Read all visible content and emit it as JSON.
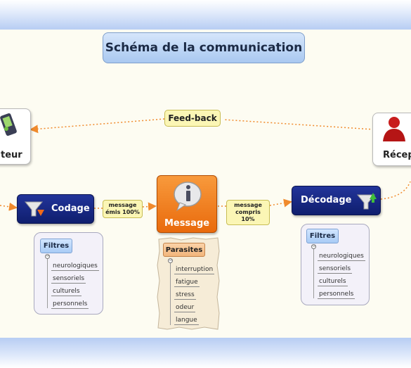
{
  "title": "Schéma de la communication",
  "emitter": {
    "label": "teur"
  },
  "receiver": {
    "label": "Récep"
  },
  "feedback": {
    "label": "Feed-back"
  },
  "codage": {
    "label": "Codage"
  },
  "decodage": {
    "label": "Décodage"
  },
  "message": {
    "label": "Message"
  },
  "link_emis": {
    "line1": "message",
    "line2": "émis 100%"
  },
  "link_compris": {
    "line1": "message",
    "line2": "compris 10%"
  },
  "filters_left": {
    "title": "Filtres",
    "collapse_symbol": "−",
    "items": [
      "neurologiques",
      "sensoriels",
      "culturels",
      "personnels"
    ]
  },
  "filters_right": {
    "title": "Filtres",
    "collapse_symbol": "−",
    "items": [
      "neurologiques",
      "sensoriels",
      "culturels",
      "personnels"
    ]
  },
  "parasites": {
    "title": "Parasites",
    "collapse_symbol": "−",
    "items": [
      "interruption",
      "fatigue",
      "stress",
      "odeur",
      "langue"
    ]
  },
  "colors": {
    "node_dark": "#15247e",
    "message_orange": "#ef7a1a",
    "link_yellow": "#fbf6b5",
    "title_blue": "#b9d3f4",
    "arrow_orange": "#f08a2c"
  },
  "icons": [
    "phone-icon",
    "person-icon",
    "funnel-down-icon",
    "funnel-up-icon",
    "info-bubble-icon"
  ]
}
